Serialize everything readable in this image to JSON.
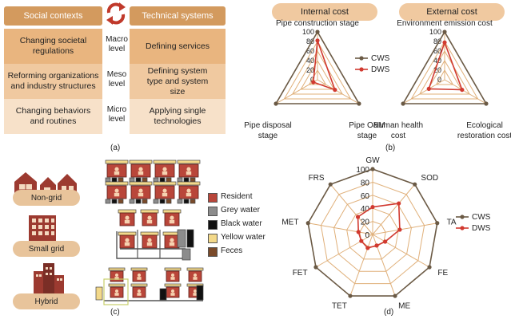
{
  "panel_a": {
    "header_left": "Social contexts",
    "header_right": "Technical systems",
    "rows": [
      {
        "left": "Changing societal regulations",
        "level_1": "Macro",
        "level_2": "level",
        "right": "Defining services"
      },
      {
        "left": "Reforming organizations and industry structures",
        "level_1": "Meso",
        "level_2": "level",
        "right": "Defining system type and system size"
      },
      {
        "left": "Changing behaviors and routines",
        "level_1": "Micro",
        "level_2": "level",
        "right": "Applying single technologies"
      }
    ],
    "label": "(a)"
  },
  "panel_b": {
    "label": "(b)",
    "colors": {
      "cws": "#6b5a45",
      "dws": "#d13a30",
      "ring": "#e0b07a"
    },
    "ticks": [
      "100",
      "80",
      "60",
      "40",
      "20",
      "0"
    ],
    "legend": [
      "CWS",
      "DWS"
    ],
    "charts": [
      {
        "title": "Internal cost",
        "axes": [
          "Pipe construction stage",
          "Pipe disposal stage",
          "Pipe O&M stage"
        ],
        "cws": [
          100,
          100,
          100
        ],
        "dws": [
          82,
          10,
          42
        ]
      },
      {
        "title": "External cost",
        "axes": [
          "Environment emission cost",
          "Human health cost",
          "Ecological restoration cost"
        ],
        "cws": [
          100,
          100,
          100
        ],
        "dws": [
          78,
          38,
          42
        ]
      }
    ]
  },
  "panel_c": {
    "label": "(c)",
    "tags": [
      "Non-grid",
      "Small grid",
      "Hybrid"
    ],
    "legend": [
      {
        "label": "Resident",
        "color": "#b9463a"
      },
      {
        "label": "Grey water",
        "color": "#8c8c8c"
      },
      {
        "label": "Black water",
        "color": "#111111"
      },
      {
        "label": "Yellow water",
        "color": "#f3d98a"
      },
      {
        "label": "Feces",
        "color": "#7a4a2a"
      }
    ]
  },
  "panel_d": {
    "label": "(d)",
    "axes": [
      "GW",
      "SOD",
      "TA",
      "FE",
      "ME",
      "TET",
      "FET",
      "MET",
      "FRS"
    ],
    "ticks": [
      "100",
      "80",
      "60",
      "40",
      "20",
      "0"
    ],
    "legend": [
      "CWS",
      "DWS"
    ],
    "cws": [
      100,
      100,
      100,
      100,
      100,
      100,
      100,
      100,
      100
    ],
    "dws": [
      42,
      62,
      42,
      22,
      18,
      22,
      20,
      22,
      35
    ]
  }
}
